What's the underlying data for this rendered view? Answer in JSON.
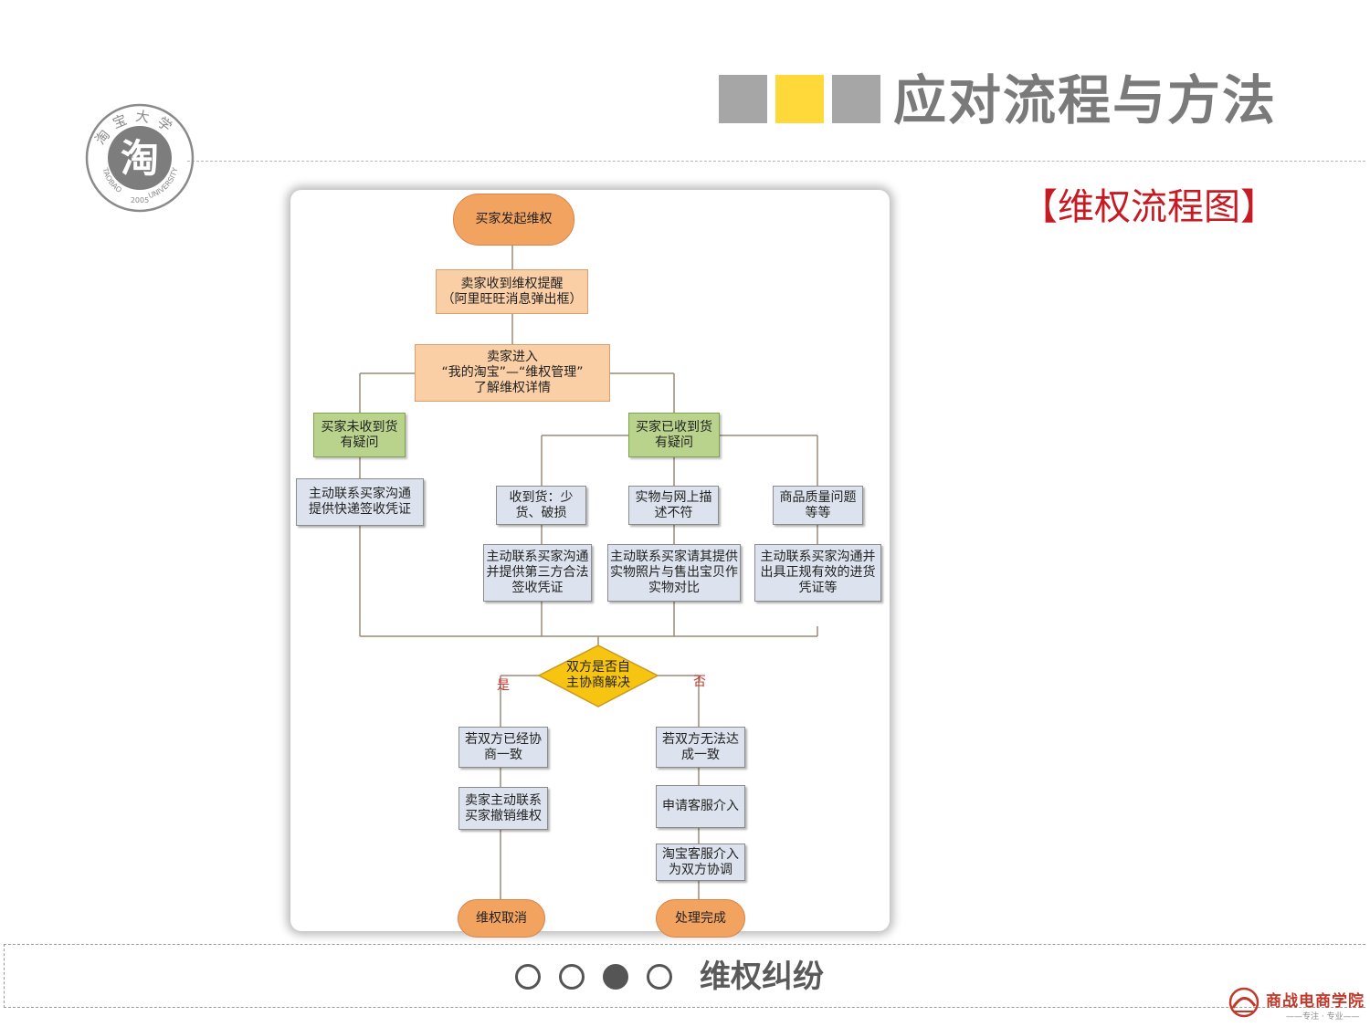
{
  "header": {
    "title": "应对流程与方法",
    "subtitle": "【维权流程图】",
    "squares": [
      "#a6a6a6",
      "#ffd83a",
      "#a6a6a6"
    ]
  },
  "logo": {
    "top_text": "淘宝大学",
    "center_char": "淘",
    "left_text": "TAOBAO",
    "year": "2005",
    "right_text": "UNIVERSITY"
  },
  "flowchart": {
    "start": "买家发起维权",
    "notify": "卖家收到维权提醒\n（阿里旺旺消息弹出框）",
    "enter": "卖家进入\n“我的淘宝”—“维权管理”\n了解维权详情",
    "not_received": "买家未收到货\n有疑问",
    "received": "买家已收到货\n有疑问",
    "not_received_action": "主动联系买家沟通\n提供快递签收凭证",
    "issue_short": "收到货：少\n货、破损",
    "issue_mismatch": "实物与网上描\n述不符",
    "issue_quality": "商品质量问题\n等等",
    "action_short": "主动联系买家沟通\n并提供第三方合法\n签收凭证",
    "action_mismatch": "主动联系买家请其提供\n实物照片与售出宝贝作\n实物对比",
    "action_quality": "主动联系买家沟通并\n出具正规有效的进货\n凭证等",
    "decision": "双方是否自\n主协商解决",
    "yes_label": "是",
    "no_label": "否",
    "agreed": "若双方已经协\n商一致",
    "seller_cancel": "卖家主动联系\n买家撤销维权",
    "cancelled": "维权取消",
    "not_agreed": "若双方无法达\n成一致",
    "apply_cs": "申请客服介入",
    "cs_mediate": "淘宝客服介入\n为双方协调",
    "done": "处理完成"
  },
  "footer": {
    "label": "维权纠纷",
    "dots": [
      false,
      false,
      true,
      false
    ],
    "brand": "商战电商学院",
    "slogan": "——专注 · 专业——"
  }
}
